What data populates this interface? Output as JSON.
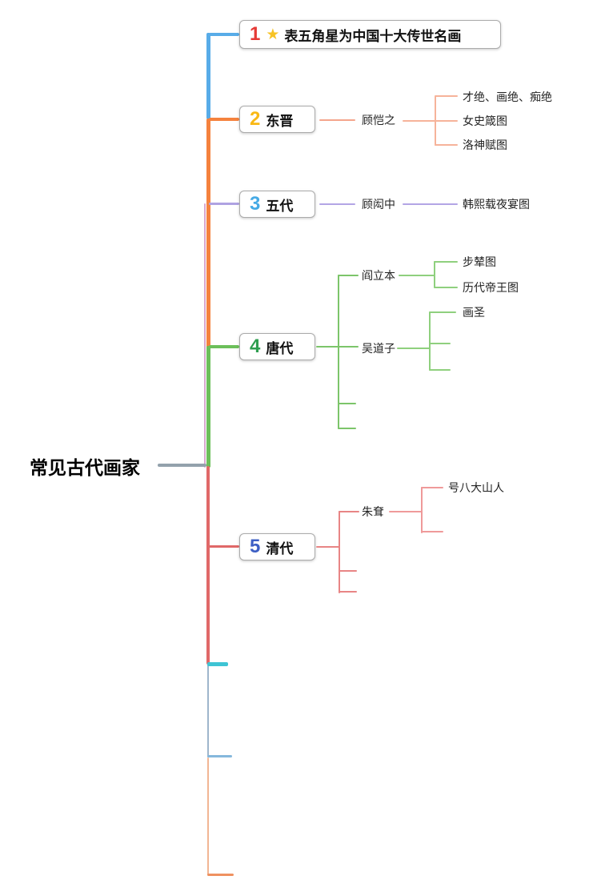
{
  "root": {
    "label": "常见古代画家",
    "connector_color": "#93A1AC"
  },
  "branches": [
    {
      "number": "1",
      "star_icon": "★",
      "star_color": "#F7C325",
      "number_color": "#E53935",
      "line_color": "#58ACE8",
      "label": "表五角星为中国十大传世名画"
    },
    {
      "number": "2",
      "number_color": "#F9B815",
      "line_color": "#F5823E",
      "label": "东晋",
      "children": [
        {
          "label": "顾恺之",
          "line_color": "#F4A58C",
          "children": [
            {
              "label": "才绝、画绝、痴绝"
            },
            {
              "label": "女史箴图"
            },
            {
              "label": "洛神赋图"
            }
          ]
        }
      ]
    },
    {
      "number": "3",
      "number_color": "#45AAE5",
      "line_color": "#AFA2E2",
      "label": "五代",
      "children": [
        {
          "label": "顾闳中",
          "line_color": "#B3A5E5",
          "children": [
            {
              "label": "韩熙载夜宴图"
            }
          ]
        }
      ]
    },
    {
      "number": "4",
      "number_color": "#2E9E4F",
      "line_color": "#6CBF5A",
      "label": "唐代",
      "children": [
        {
          "label": "阎立本",
          "line_color": "#8FD07E",
          "children": [
            {
              "label": "步辇图"
            },
            {
              "label": "历代帝王图"
            }
          ]
        },
        {
          "label": "吴道子",
          "line_color": "#8FD07E",
          "children": [
            {
              "label": "画圣"
            },
            {
              "label": ""
            },
            {
              "label": ""
            }
          ]
        },
        {
          "label": ""
        },
        {
          "label": ""
        }
      ]
    },
    {
      "number": "5",
      "number_color": "#3D5FC4",
      "line_color": "#E06868",
      "label": "清代",
      "children": [
        {
          "label": "朱耷",
          "line_color": "#EF9A9A",
          "children": [
            {
              "label": "号八大山人"
            },
            {
              "label": ""
            }
          ]
        },
        {
          "label": ""
        },
        {
          "label": ""
        }
      ]
    },
    {
      "label": "",
      "line_color": "#3EC4D4"
    },
    {
      "label": "",
      "line_color": "#85B8DC"
    },
    {
      "label": "",
      "line_color": "#EF9160"
    }
  ]
}
